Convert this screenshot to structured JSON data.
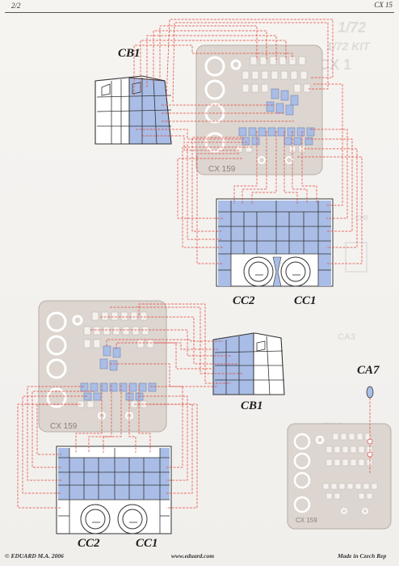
{
  "header": {
    "page_number": "2/2",
    "kit_code": "CX 15"
  },
  "upper_diagram": {
    "label_left": "CB1",
    "label_bottom_left": "CC2",
    "label_bottom_right": "CC1",
    "fret_text": "CX 159"
  },
  "lower_diagram": {
    "label_right": "CB1",
    "label_bottom_left": "CC2",
    "label_bottom_right": "CC1",
    "fret_text": "CX 159"
  },
  "small_diagram": {
    "label": "CA7",
    "fret_text": "CX 159"
  },
  "footer": {
    "copyright": "© EDUARD  M.A. 2006",
    "website": "www.eduard.com",
    "origin": "Made in Czech Rep"
  },
  "colors": {
    "fret": "#ddd6d0",
    "fret_edge": "#b5aca4",
    "part_blue": "#a9bde6",
    "leader_red": "#e2453c",
    "ink": "#1e1e1e"
  }
}
